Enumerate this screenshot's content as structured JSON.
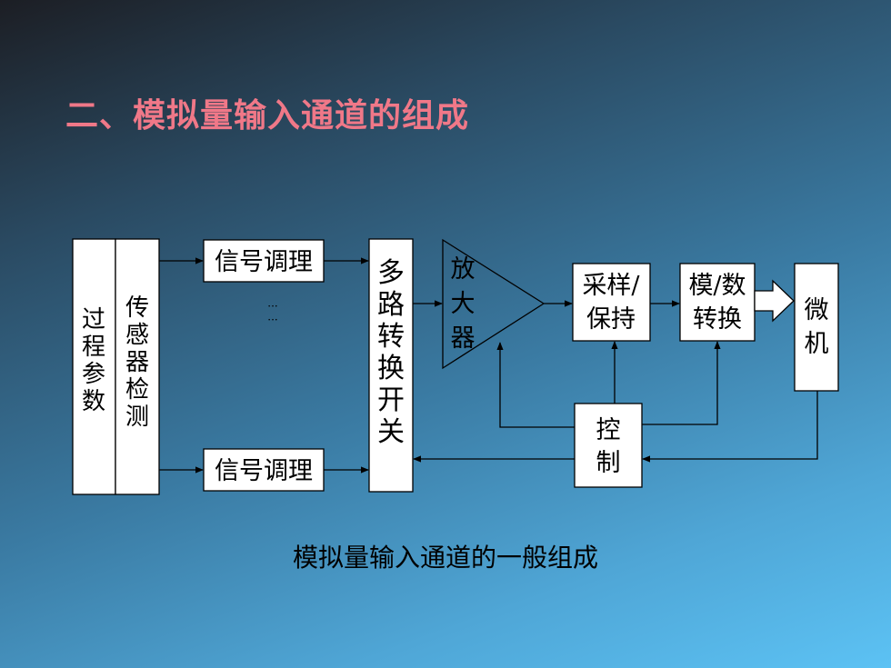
{
  "slide": {
    "title": "二、模拟量输入通道的组成",
    "caption": "模拟量输入通道的一般组成"
  },
  "diagram": {
    "process_param": [
      "过",
      "程",
      "参",
      "数"
    ],
    "sensor": [
      "传",
      "感",
      "器",
      "检",
      "测"
    ],
    "signal_cond_top": "信号调理",
    "signal_cond_bottom": "信号调理",
    "ellipsis": "···",
    "mux": [
      "多",
      "路",
      "转",
      "换",
      "开",
      "关"
    ],
    "amplifier": [
      "放",
      "大",
      "器"
    ],
    "sample_hold": [
      "采样/",
      "保持"
    ],
    "adc": [
      "模/数",
      "转换"
    ],
    "micro": [
      "微",
      "机"
    ],
    "control": [
      "控",
      "制"
    ]
  }
}
